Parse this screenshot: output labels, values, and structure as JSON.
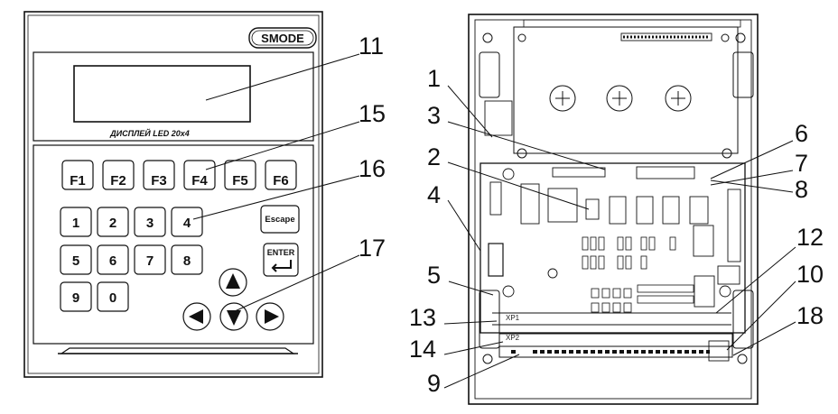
{
  "panel": {
    "brand": "SMODE",
    "display_caption": "ДИСПЛЕЙ LED 20x4",
    "fkeys": [
      "F1",
      "F2",
      "F3",
      "F4",
      "F5",
      "F6"
    ],
    "numkeys": [
      "1",
      "2",
      "3",
      "4",
      "5",
      "6",
      "7",
      "8",
      "9",
      "0"
    ],
    "escape": "Escape",
    "enter": "ENTER"
  },
  "board": {
    "xp1": "XP1",
    "xp2": "XP2"
  },
  "callouts": [
    "11",
    "15",
    "16",
    "17",
    "1",
    "3",
    "2",
    "4",
    "5",
    "13",
    "14",
    "9",
    "6",
    "7",
    "8",
    "12",
    "10",
    "18"
  ]
}
